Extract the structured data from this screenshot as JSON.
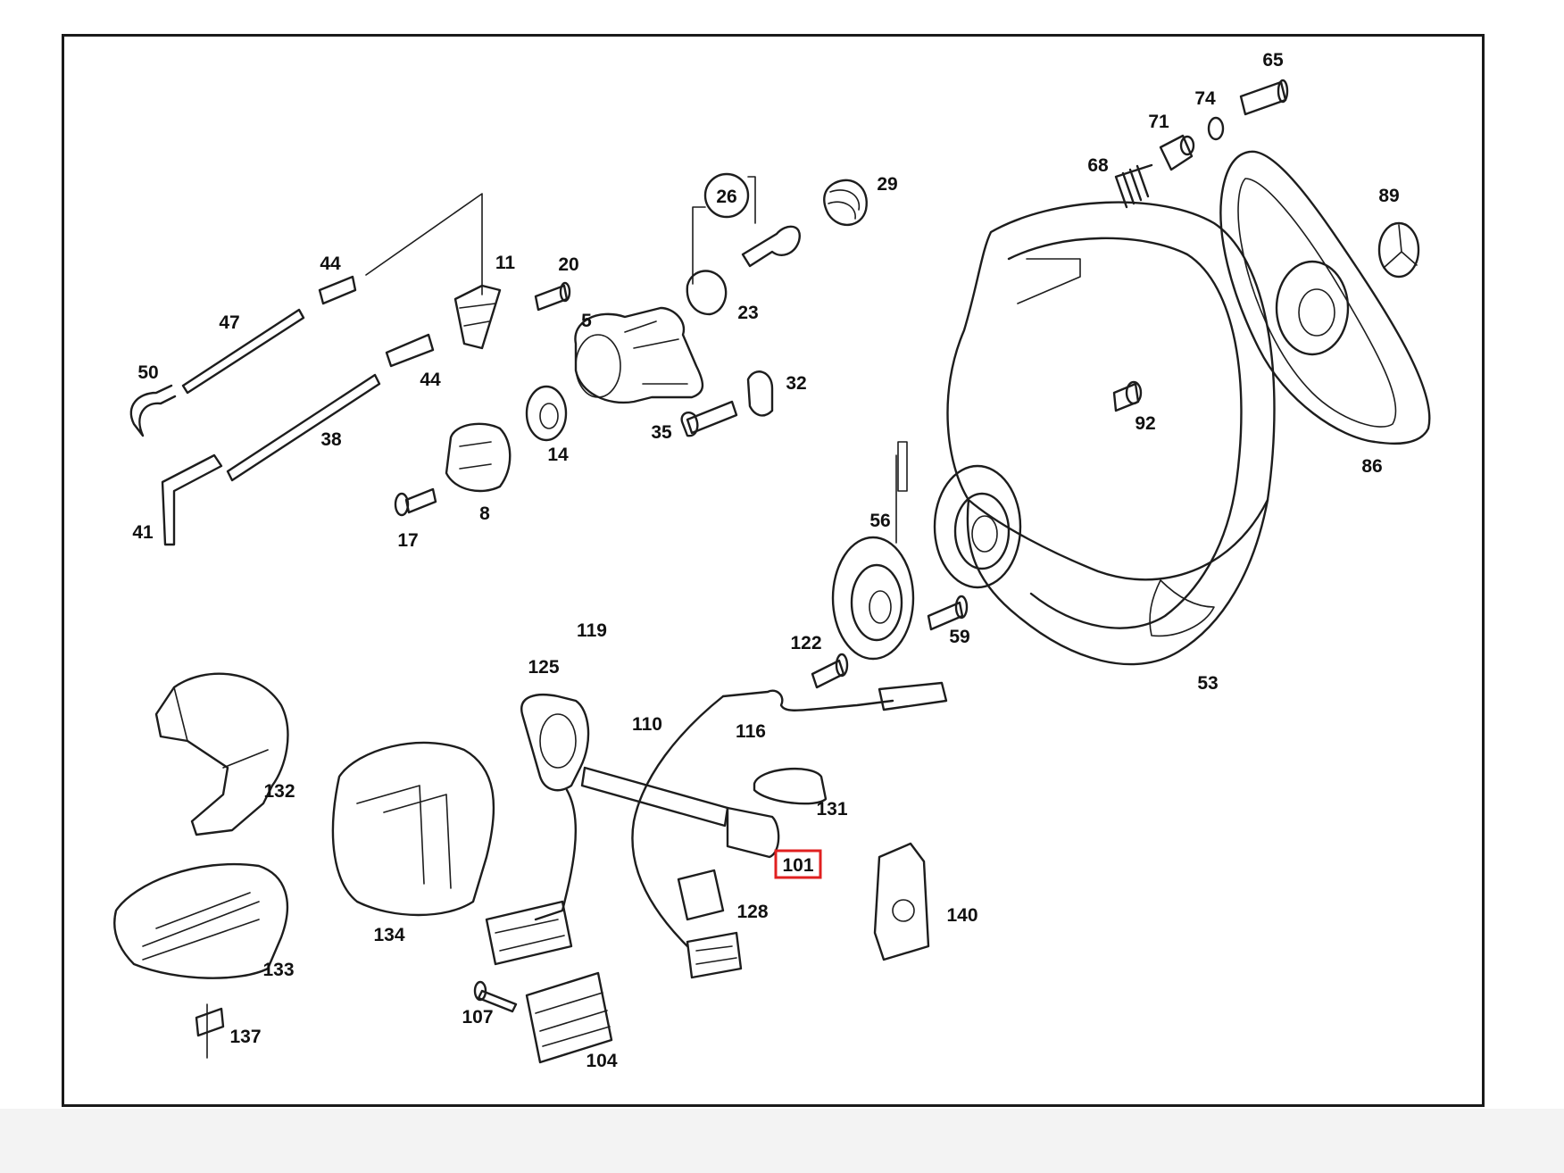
{
  "diagram": {
    "labels": [
      "65",
      "74",
      "71",
      "68",
      "29",
      "26",
      "89",
      "44",
      "11",
      "20",
      "47",
      "5",
      "23",
      "50",
      "44",
      "32",
      "38",
      "35",
      "92",
      "14",
      "86",
      "41",
      "8",
      "17",
      "56",
      "59",
      "119",
      "122",
      "125",
      "53",
      "110",
      "116",
      "132",
      "131",
      "101",
      "134",
      "128",
      "140",
      "133",
      "137",
      "107",
      "104"
    ],
    "highlighted": "101",
    "highlight_color": "#e02020"
  }
}
